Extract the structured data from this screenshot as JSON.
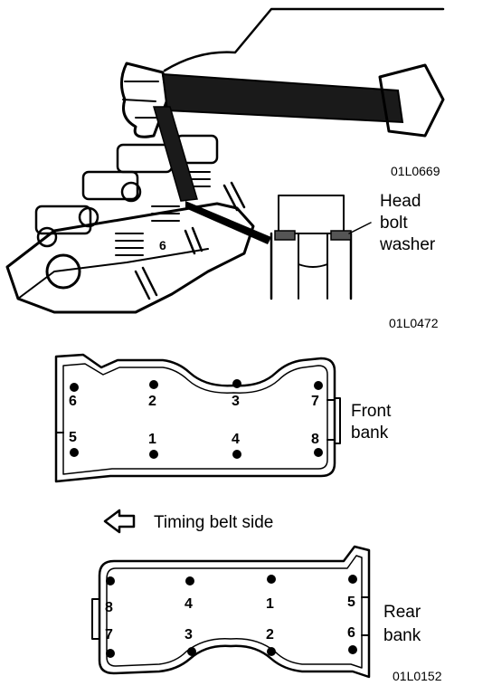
{
  "figure": {
    "top_code": "01L0669",
    "middle_code": "01L0472",
    "bottom_code": "01L0152"
  },
  "callout": {
    "line1": "Head",
    "line2": "bolt",
    "line3": "washer"
  },
  "front_bank": {
    "label_line1": "Front",
    "label_line2": "bank",
    "top_row": [
      "6",
      "2",
      "3",
      "7"
    ],
    "bottom_row": [
      "5",
      "1",
      "4",
      "8"
    ]
  },
  "timing": {
    "label": "Timing belt side",
    "arrow_icon": "left-arrow-icon"
  },
  "rear_bank": {
    "label_line1": "Rear",
    "label_line2": "bank",
    "top_row": [
      "8",
      "4",
      "1",
      "5"
    ],
    "bottom_row": [
      "7",
      "3",
      "2",
      "6"
    ]
  }
}
